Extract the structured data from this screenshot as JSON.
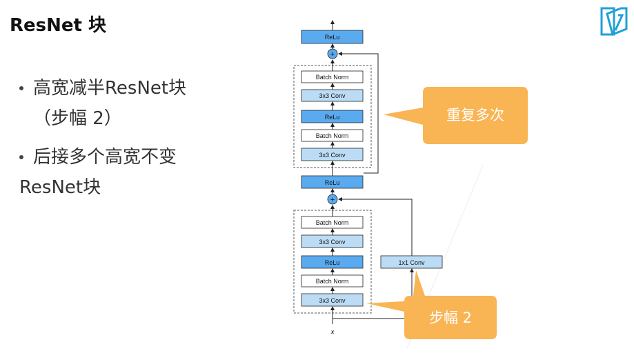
{
  "slide": {
    "title": "ResNet 块",
    "bullets": [
      {
        "lines": [
          "高宽减半ResNet块",
          "（步幅 2）"
        ]
      },
      {
        "lines": [
          "后接多个高宽不变",
          "ResNet块"
        ]
      }
    ]
  },
  "diagram": {
    "upper_block": {
      "output_relu": "ReLu",
      "add_symbol": "+",
      "layers": [
        "Batch Norm",
        "3x3 Conv",
        "ReLu",
        "Batch Norm",
        "3x3 Conv"
      ]
    },
    "middle_relu": "ReLu",
    "lower_block": {
      "add_symbol": "+",
      "layers": [
        "Batch Norm",
        "3x3 Conv",
        "ReLu",
        "Batch Norm",
        "3x3 Conv"
      ],
      "shortcut_conv": "1x1 Conv",
      "input_label": "x"
    },
    "callouts": {
      "repeat": "重复多次",
      "stride": "步幅 2"
    }
  },
  "colors": {
    "relu_fill": "#5aaaf0",
    "conv_fill": "#bcdcf6",
    "norm_fill": "#ffffff",
    "callout": "#f9b454",
    "dashed_border": "#555555"
  }
}
